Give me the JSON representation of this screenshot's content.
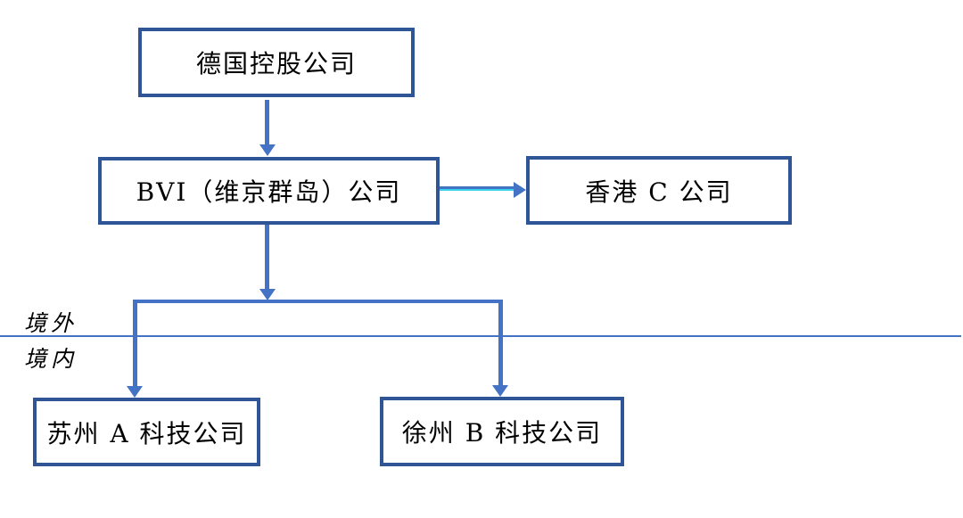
{
  "diagram": {
    "type": "org-structure-flowchart",
    "nodes": [
      {
        "id": "german-holding",
        "label": "德国控股公司"
      },
      {
        "id": "bvi-company",
        "label": "BVI（维京群岛）公司"
      },
      {
        "id": "hongkong-c",
        "label": "香港 C 公司"
      },
      {
        "id": "suzhou-a",
        "label": "苏州 A 科技公司"
      },
      {
        "id": "xuzhou-b",
        "label": "徐州 B 科技公司"
      }
    ],
    "edges": [
      {
        "from": "german-holding",
        "to": "bvi-company",
        "style": "arrow-down"
      },
      {
        "from": "bvi-company",
        "to": "hongkong-c",
        "style": "arrow-right"
      },
      {
        "from": "bvi-company",
        "to": "suzhou-a",
        "style": "arrow-down"
      },
      {
        "from": "bvi-company",
        "to": "xuzhou-b",
        "style": "arrow-down"
      }
    ],
    "region_labels": {
      "above_line": "境外",
      "below_line": "境内"
    },
    "colors": {
      "node_border": "#2F5597",
      "node_fill": "#FFFFFF",
      "arrow": "#4472C4",
      "divider_line": "#4472C4",
      "hk_arrow_accent": "#35D4E8",
      "text": "#000000"
    }
  }
}
